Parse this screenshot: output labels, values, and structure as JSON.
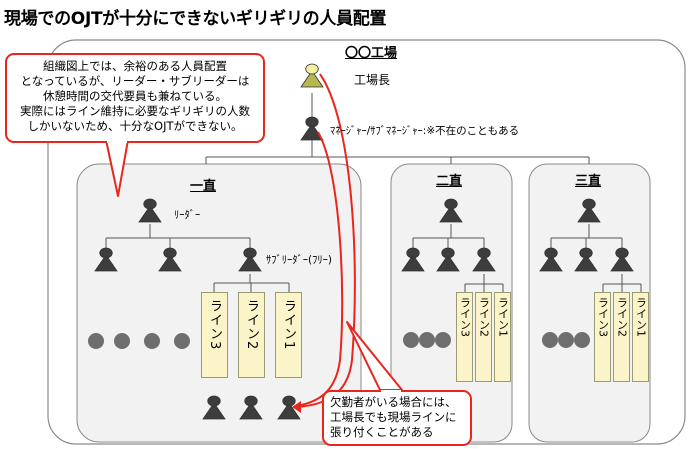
{
  "title": "現場でのOJTが十分にできないギリギリの人員配置",
  "factory": {
    "name": "〇〇工場",
    "factory_manager_label": "工場長",
    "manager_label": "ﾏﾈｰｼﾞｬｰ/ｻﾌﾞﾏﾈｰｼﾞｬｰ:※不在のこともある"
  },
  "shifts": [
    {
      "name": "一直",
      "leader_label": "ﾘｰﾀﾞｰ",
      "subleader_label": "ｻﾌﾞﾘｰﾀﾞｰ(ﾌﾘｰ)",
      "lines": [
        "ライン3",
        "ライン2",
        "ライン1"
      ]
    },
    {
      "name": "二直",
      "lines": [
        "ライン3",
        "ライン2",
        "ライン1"
      ]
    },
    {
      "name": "三直",
      "lines": [
        "ライン3",
        "ライン2",
        "ライン1"
      ]
    }
  ],
  "callout_top": {
    "lines": [
      "組織図上では、余裕のある人員配置",
      "となっているが、リーダー・サブリーダーは",
      "休憩時間の交代要員も兼ねている。",
      "実際にはライン維持に必要なギリギリの人数",
      "しかいないため、十分なOJTができない。"
    ]
  },
  "callout_bottom": {
    "lines": [
      "欠勤者がいる場合には、",
      "工場長でも現場ラインに",
      "張り付くことがある"
    ]
  },
  "colors": {
    "person": "#3d3d3d",
    "factory_head": "#f2efa0",
    "factory_body": "#b7b750",
    "line_fill": "#fbf4c8",
    "shift_fill": "#f2f2f2",
    "accent": "#e8261e"
  }
}
